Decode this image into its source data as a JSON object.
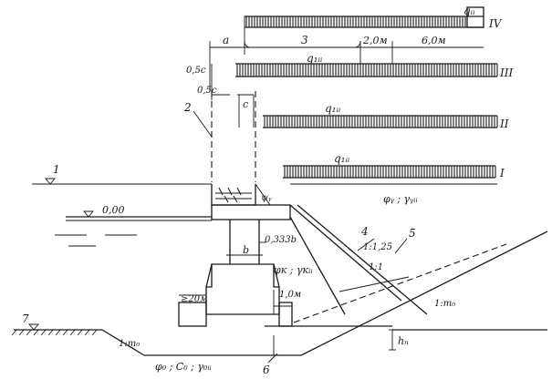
{
  "figure": {
    "loads": [
      {
        "name": "q_iv",
        "text": "qᵢᵢ",
        "roman": "IV"
      },
      {
        "name": "q_iii",
        "text": "q₁ᵢᵢ",
        "roman": "III"
      },
      {
        "name": "q_ii",
        "text": "q₁ᵢᵢ",
        "roman": "II"
      },
      {
        "name": "q_i",
        "text": "q₁ᵢᵢ",
        "roman": "I"
      }
    ],
    "dimensions": {
      "a": "a",
      "three": "3",
      "two_m": "2,0м",
      "six_m": "6,0м",
      "half_1": "0,5с",
      "half_2": "0,5с",
      "c": "c",
      "b": "b",
      "b333": "0,333b",
      "twenty_m": "≥20м",
      "one_m": "1,0м",
      "hn": "hₙ"
    },
    "levels": {
      "level_1": "1",
      "level_000": "0,00",
      "level_7": "7"
    },
    "callouts": {
      "n2": "2",
      "n4": "4",
      "n5": "5",
      "n6": "6"
    },
    "soil_params": {
      "phi_gamma_fill": "φᵧ ; γᵧᵢᵢ",
      "phi_gamma_k": "φк ; γкᵢᵢ",
      "phi_c_gamma_base": "φ₀ ; C₀ ; γ₀ᵢᵢ",
      "psi": "ψᵧ"
    },
    "slopes": {
      "s1": "1:1,25",
      "s2": "1:1",
      "m0_left": "1:m₀",
      "m0_right": "1:m₀"
    }
  }
}
